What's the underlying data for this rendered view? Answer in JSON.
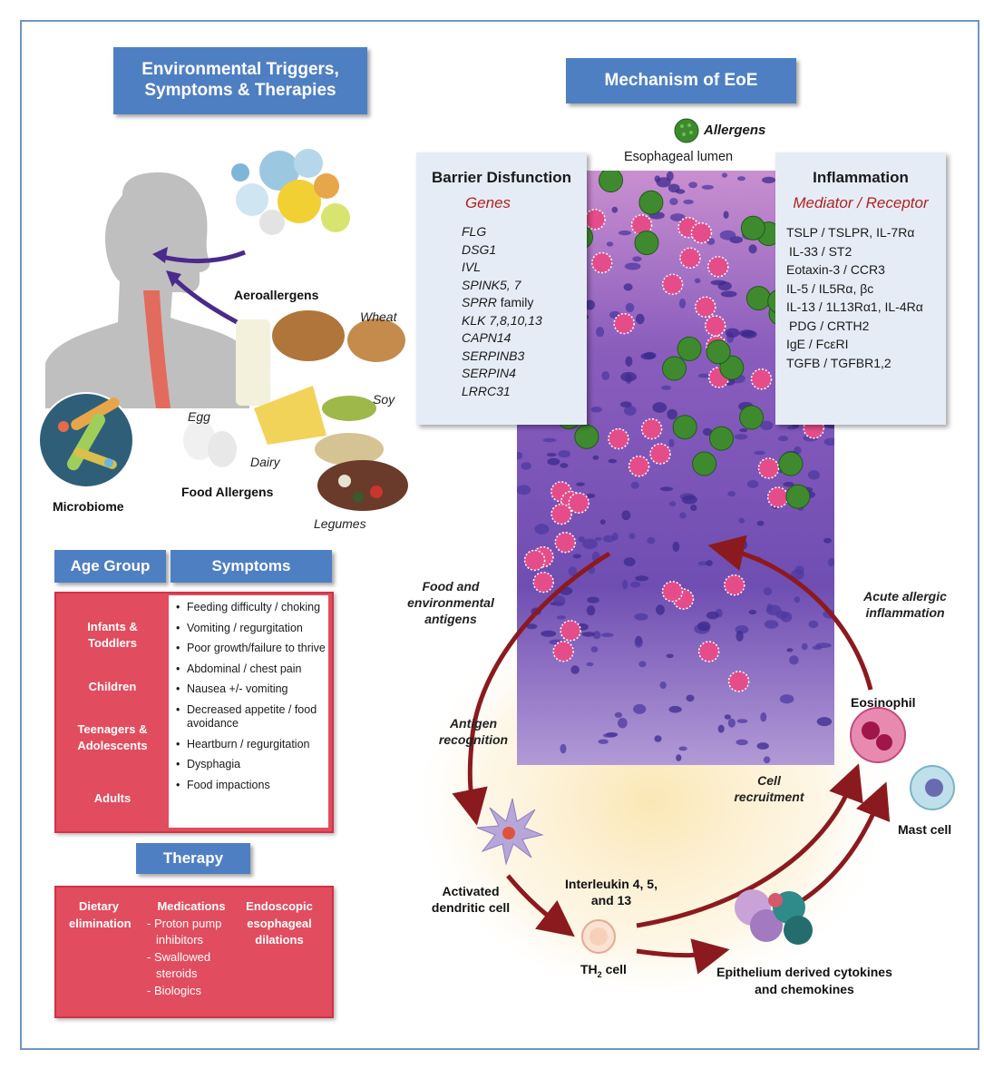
{
  "titles": {
    "left": "Environmental Triggers, Symptoms & Therapies",
    "right": "Mechanism of EoE"
  },
  "left_illustration": {
    "aeroallergens": "Aeroallergens",
    "wheat": "Wheat",
    "soy": "Soy",
    "egg": "Egg",
    "dairy": "Dairy",
    "legumes": "Legumes",
    "food_allergens": "Food Allergens",
    "microbiome": "Microbiome"
  },
  "symptoms_table": {
    "age_header": "Age Group",
    "symptoms_header": "Symptoms",
    "age_groups": [
      "Infants & Toddlers",
      "Children",
      "Teenagers & Adolescents",
      "Adults"
    ],
    "symptoms": [
      "Feeding difficulty / choking",
      "Vomiting / regurgitation",
      "Poor growth/failure to thrive",
      "Abdominal / chest pain",
      "Nausea +/- vomiting",
      "Decreased appetite / food avoidance",
      "Heartburn / regurgitation",
      "Dysphagia",
      "Food impactions"
    ]
  },
  "therapy": {
    "header": "Therapy",
    "dietary": "Dietary elimination",
    "medications_title": "Medications",
    "medications": [
      "- Proton pump inhibitors",
      "- Swallowed steroids",
      "- Biologics"
    ],
    "endoscopic": "Endoscopic esophageal dilations"
  },
  "mechanism": {
    "allergens": "Allergens",
    "lumen": "Esophageal lumen",
    "barrier": {
      "title": "Barrier Disfunction",
      "subtitle": "Genes",
      "genes": [
        "FLG",
        "DSG1",
        "IVL",
        "SPINK5, 7",
        "SPRR",
        "KLK 7,8,10,13",
        "CAPN14",
        "SERPINB3",
        "SERPIN4",
        "LRRC31"
      ],
      "sprr_suffix": " family"
    },
    "inflammation": {
      "title": "Inflammation",
      "subtitle": "Mediator / Receptor",
      "mediators": [
        "TSLP / TSLPR, IL-7Rα",
        "IL-33 / ST2",
        "Eotaxin-3 / CCR3",
        "IL-5 / IL5Rα, βc",
        "IL-13 / 1L13Rα1, IL-4Rα",
        "PDG  / CRTH2",
        "IgE / FcεRI",
        "TGFB / TGFBR1,2"
      ]
    },
    "food_env": "Food and environmental antigens",
    "antigen_recognition": "Antigen recognition",
    "activated_dc": "Activated dendritic cell",
    "interleukin": "Interleukin 4, 5, and 13",
    "th2_cell": "TH2 cell",
    "epithelium": "Epithelium derived cytokines and chemokines",
    "cell_recruitment": "Cell recruitment",
    "acute": "Acute allergic inflammation",
    "eosinophil": "Eosinophil",
    "mast_cell": "Mast cell"
  },
  "colors": {
    "title_blue": "#4f7fc3",
    "panel_bg": "#e6ecf6",
    "table_red": "#e14c5e",
    "arrow_red": "#8b1a1f",
    "tissue_purple": "#7b4fb0",
    "allergen_green": "#3f8a2e"
  }
}
